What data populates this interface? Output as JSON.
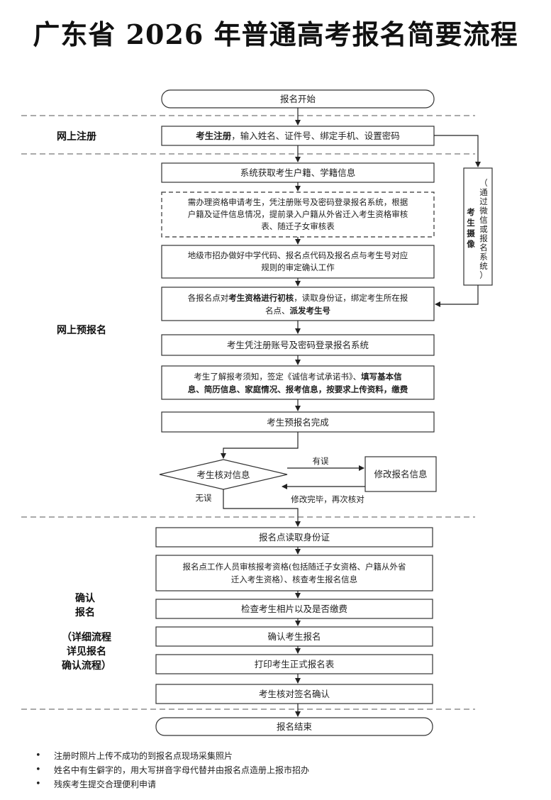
{
  "title": "广东省 2026 年普通高考报名简要流程",
  "sections": {
    "online_register": "网上注册",
    "online_prereg": "网上预报名",
    "confirm": [
      "确认",
      "报名"
    ],
    "confirm_detail": [
      "（详细流程",
      "详见报名",
      "确认流程）"
    ]
  },
  "steps": {
    "start": "报名开始",
    "register": {
      "bold": "考生注册",
      "rest": "，输入姓名、证件号、绑定手机、设置密码"
    },
    "fetch_info": "系统获取考生户籍、学籍信息",
    "qualification": [
      "需办理资格申请考生，凭注册账号及密码登录报名系统，根据",
      "户籍及证件信息情况，提前录入户籍从外省迁入考生资格审核",
      "表、随迁子女审核表"
    ],
    "code_confirm": [
      "地级市招办做好中学代码、报名点代码及报名点与考生号对应",
      "规则的审定确认工作"
    ],
    "initial_review": {
      "line1_a": "各报名点对",
      "line1_bold": "考生资格进行初核",
      "line1_b": "，读取身份证，绑定考生所在报",
      "line2_a": "名点、",
      "line2_bold": "派发考生号"
    },
    "login": "考生凭注册账号及密码登录报名系统",
    "fill_info": {
      "line1_a": "考生了解报考须知，签定《诚信考试承诺书》、",
      "line1_bold": "填写基本信",
      "line2_bold": "息、简历信息、家庭情况、报考信息，按要求上传资料，缴费"
    },
    "prereg_done": "考生预报名完成",
    "check_info": "考生核对信息",
    "modify_info": "修改报名信息",
    "has_error": "有误",
    "no_error": "无误",
    "modify_done": "修改完毕，再次核对",
    "read_id": "报名点读取身份证",
    "staff_review": [
      "报名点工作人员审核报考资格(包括随迁子女资格、户籍从外省",
      "迁入考生资格）、核查考生报名信息"
    ],
    "photo_fee": "检查考生相片以及是否缴费",
    "confirm_reg": "确认考生报名",
    "print_form": "打印考生正式报名表",
    "sign_confirm": "考生核对签名确认",
    "end": "报名结束"
  },
  "side": {
    "label_bold": [
      "考",
      "生",
      "摄",
      "像"
    ],
    "label_paren": [
      "（",
      "通",
      "过",
      "微",
      "信",
      "或",
      "报",
      "名",
      "系",
      "统",
      "）"
    ]
  },
  "notes": [
    "注册时照片上传不成功的到报名点现场采集照片",
    "姓名中有生僻字的，用大写拼音字母代替并由报名点造册上报市招办",
    "残疾考生提交合理便利申请"
  ]
}
